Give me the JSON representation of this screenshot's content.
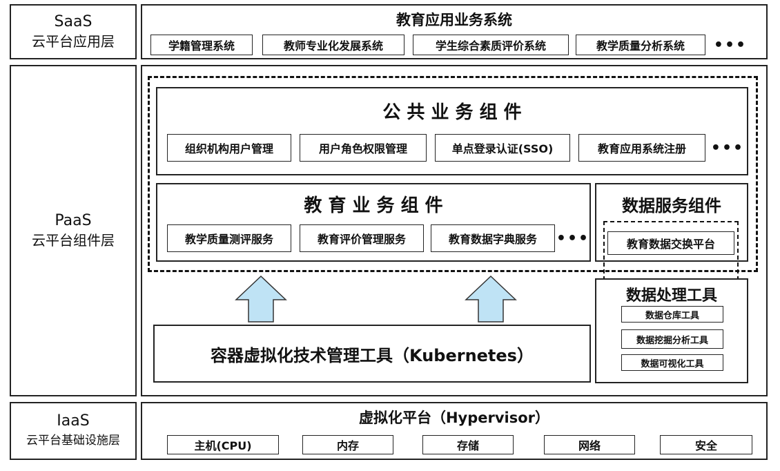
{
  "saas": {
    "label_en": "SaaS",
    "label_zh": "云平台应用层",
    "title": "教育应用业务系统",
    "items": [
      "学籍管理系统",
      "教师专业化发展系统",
      "学生综合素质评价系统",
      "教学质量分析系统"
    ],
    "more": "•••"
  },
  "paas": {
    "label_en": "PaaS",
    "label_zh": "云平台组件层",
    "public": {
      "title": "公 共 业 务 组 件",
      "items": [
        "组织机构用户管理",
        "用户角色权限管理",
        "单点登录认证(SSO)",
        "教育应用系统注册"
      ],
      "more": "•••"
    },
    "education": {
      "title": "教 育 业 务 组 件",
      "items": [
        "教学质量测评服务",
        "教育评价管理服务",
        "教育数据字典服务"
      ],
      "more": "•••"
    },
    "data_service": {
      "title": "数据服务组件",
      "item": "教育数据交换平台"
    },
    "data_tools": {
      "title": "数据处理工具",
      "items": [
        "数据仓库工具",
        "数据挖掘分析工具",
        "数据可视化工具"
      ]
    },
    "container": "容器虚拟化技术管理工具（Kubernetes）"
  },
  "iaas": {
    "label_en": "IaaS",
    "label_zh": "云平台基础设施层",
    "title": "虚拟化平台（Hypervisor）",
    "items": [
      "主机(CPU)",
      "内存",
      "存储",
      "网络",
      "安全"
    ]
  },
  "colors": {
    "arrow_fill": "#bfe3f5",
    "arrow_stroke": "#333333",
    "border": "#222222"
  }
}
